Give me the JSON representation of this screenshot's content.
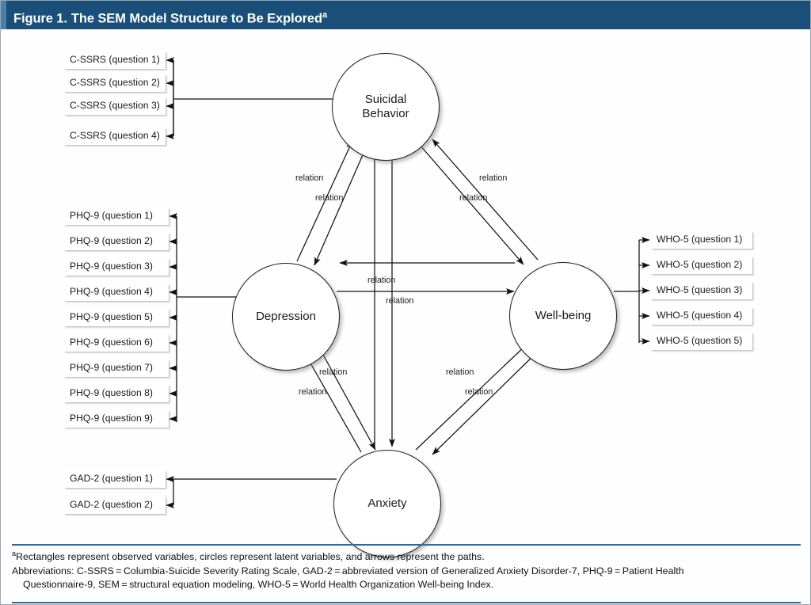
{
  "figure": {
    "title_prefix": "Figure 1.",
    "title_main": "The SEM Model Structure to Be Explored",
    "title_superscript": "a",
    "title_full": "Figure 1. The SEM Model Structure to Be Exploreda"
  },
  "colors": {
    "title_bar": "#1a4f7a",
    "title_accent": "#4a7fa8",
    "rule": "#2e6a9e",
    "box_border": "#3a3a3a",
    "circle_border": "#1d1d1d",
    "canvas": "#fefefe",
    "text": "#1a1a1a"
  },
  "latent_variables": [
    {
      "id": "suicidal-behavior",
      "label": "Suicidal\nBehavior",
      "line1": "Suicidal",
      "line2": "Behavior"
    },
    {
      "id": "depression",
      "label": "Depression",
      "line1": "Depression",
      "line2": ""
    },
    {
      "id": "well-being",
      "label": "Well-being",
      "line1": "Well-being",
      "line2": ""
    },
    {
      "id": "anxiety",
      "label": "Anxiety",
      "line1": "Anxiety",
      "line2": ""
    }
  ],
  "observed_groups": [
    {
      "id": "cssrs",
      "instrument": "C-SSRS",
      "latent": "Suicidal Behavior",
      "side": "left",
      "items": [
        "C-SSRS (question 1)",
        "C-SSRS (question 2)",
        "C-SSRS (question 3)",
        "C-SSRS (question 4)"
      ]
    },
    {
      "id": "phq9",
      "instrument": "PHQ-9",
      "latent": "Depression",
      "side": "left",
      "items": [
        "PHQ-9 (question 1)",
        "PHQ-9 (question 2)",
        "PHQ-9 (question 3)",
        "PHQ-9 (question 4)",
        "PHQ-9 (question 5)",
        "PHQ-9 (question 6)",
        "PHQ-9 (question 7)",
        "PHQ-9 (question 8)",
        "PHQ-9 (question 9)"
      ]
    },
    {
      "id": "gad2",
      "instrument": "GAD-2",
      "latent": "Anxiety",
      "side": "left",
      "items": [
        "GAD-2 (question 1)",
        "GAD-2 (question 2)"
      ]
    },
    {
      "id": "who5",
      "instrument": "WHO-5",
      "latent": "Well-being",
      "side": "right",
      "items": [
        "WHO-5 (question 1)",
        "WHO-5 (question 2)",
        "WHO-5 (question 3)",
        "WHO-5 (question 4)",
        "WHO-5 (question 5)"
      ]
    }
  ],
  "relation_label": "relation",
  "relation_paths": [
    {
      "from": "Depression",
      "to": "Suicidal Behavior",
      "label": "relation"
    },
    {
      "from": "Suicidal Behavior",
      "to": "Depression",
      "label": "relation"
    },
    {
      "from": "Well-being",
      "to": "Suicidal Behavior",
      "label": "relation"
    },
    {
      "from": "Suicidal Behavior",
      "to": "Well-being",
      "label": "relation"
    },
    {
      "from": "Well-being",
      "to": "Depression",
      "label": "relation"
    },
    {
      "from": "Depression",
      "to": "Well-being",
      "label": "relation"
    },
    {
      "from": "Anxiety",
      "to": "Depression",
      "label": "relation"
    },
    {
      "from": "Depression",
      "to": "Anxiety",
      "label": "relation"
    },
    {
      "from": "Anxiety",
      "to": "Well-being",
      "label": "relation"
    },
    {
      "from": "Well-being",
      "to": "Anxiety",
      "label": "relation"
    },
    {
      "from": "Anxiety",
      "to": "Suicidal Behavior",
      "label": ""
    },
    {
      "from": "Suicidal Behavior",
      "to": "Anxiety",
      "label": ""
    }
  ],
  "relation_labels_positions": [
    {
      "id": "rel-dep-sb-a",
      "text": "relation"
    },
    {
      "id": "rel-dep-sb-b",
      "text": "relation"
    },
    {
      "id": "rel-wb-sb-a",
      "text": "relation"
    },
    {
      "id": "rel-wb-sb-b",
      "text": "relation"
    },
    {
      "id": "rel-dep-wb-a",
      "text": "relation"
    },
    {
      "id": "rel-dep-wb-b",
      "text": "relation"
    },
    {
      "id": "rel-dep-anx-a",
      "text": "relation"
    },
    {
      "id": "rel-dep-anx-b",
      "text": "relation"
    },
    {
      "id": "rel-anx-wb-a",
      "text": "relation"
    },
    {
      "id": "rel-anx-wb-b",
      "text": "relation"
    }
  ],
  "footnote": {
    "superscript": "a",
    "line1": "Rectangles represent observed variables, circles represent latent variables, and arrows represent the paths.",
    "line2": "Abbreviations: C-SSRS = Columbia-Suicide Severity Rating Scale, GAD-2 = abbreviated version of Generalized Anxiety Disorder-7, PHQ-9 = Patient Health",
    "line3": "Questionnaire-9, SEM = structural equation modeling, WHO-5 = World Health Organization Well-being Index."
  }
}
